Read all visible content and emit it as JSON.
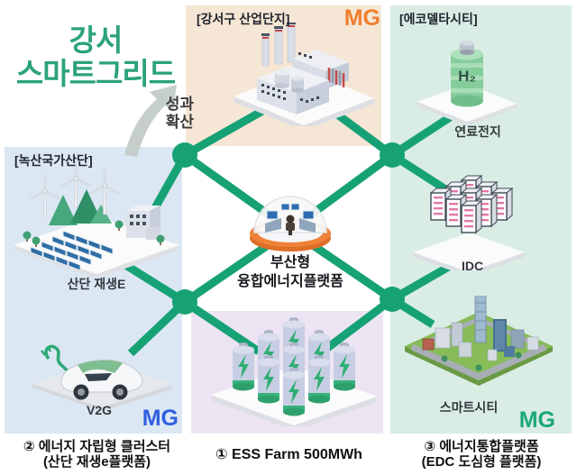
{
  "title": {
    "line1": "강서",
    "line2": "스마트그리드"
  },
  "spread_arrow": {
    "line1": "성과",
    "line2": "확산"
  },
  "center_platform": {
    "line1": "부산형",
    "line2": "융합에너지플랫폼"
  },
  "panels": {
    "gangseo_industrial": {
      "tag": "[강서구 산업단지]",
      "mg": "MG"
    },
    "eco_delta": {
      "tag": "[에코델타시티]",
      "mg": "MG",
      "fuel_cell_label": "연료전지",
      "h2": "H₂",
      "idc_label": "IDC",
      "smart_city_label": "스마트시티"
    },
    "noksan": {
      "tag": "[녹산국가산단]",
      "mg": "MG",
      "renewable_label": "산단 재생E",
      "v2g_label": "V2G"
    }
  },
  "captions": {
    "cluster": {
      "line1": "② 에너지 자립형 클러스터",
      "line2": "(산단 재생e플랫폼)"
    },
    "ess_farm": {
      "line1": "① ESS Farm 500MWh"
    },
    "integration": {
      "line1": "③ 에너지통합플랫폼",
      "line2": "(EDC 도심형 플랫폼)"
    }
  },
  "colors": {
    "line_green": "#17A276",
    "title_green": "#2BA27D",
    "mg_orange": "#EF7F2E",
    "mg_blue": "#2F5FE0",
    "mg_green": "#1BA878",
    "panel_industrial": "#F5E6D5",
    "panel_eco_delta": "#D9EDE4",
    "panel_noksan": "#DBE7F3",
    "panel_ess": "#EDE4F3",
    "hub_base_orange": "#EE8238"
  },
  "icons": {
    "factory": "factory-illustration",
    "fuel_cell": "hydrogen-canister-illustration",
    "idc": "server-racks-illustration",
    "smart_city": "city-illustration",
    "ess": "battery-farm-illustration",
    "renewable": "wind-solar-illustration",
    "v2g": "ev-car-illustration",
    "hub": "control-dome-illustration",
    "spread": "spread-arrow-icon"
  }
}
